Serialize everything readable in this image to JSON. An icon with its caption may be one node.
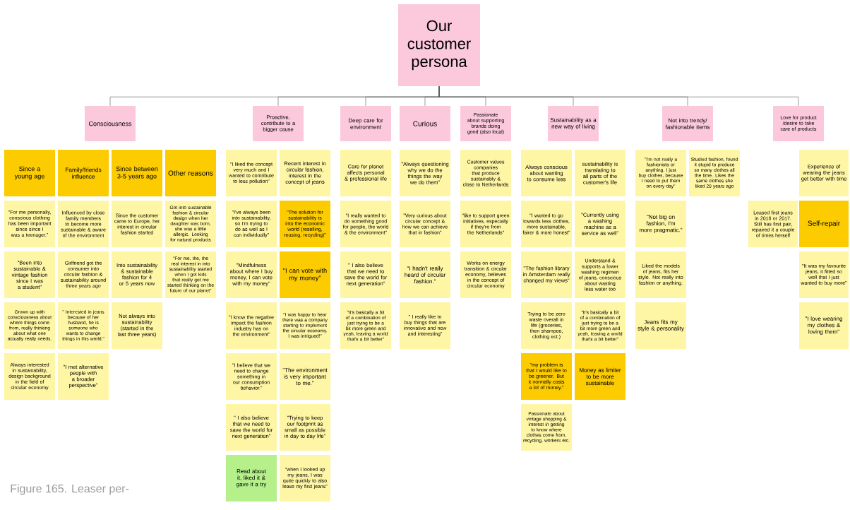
{
  "diagram": {
    "caption": "Figure 165. Leaser per-",
    "nodes": [
      {
        "text": [
          "Our customer persona"
        ]
      },
      {
        "text": [
          "Consciousness"
        ]
      },
      {
        "text": [
          "Proactive, contribute to a bigger cause"
        ]
      },
      {
        "text": [
          "Deep care for environment"
        ]
      },
      {
        "text": [
          "Curious"
        ]
      },
      {
        "text": [
          "Passionate about supporting brands doing good (also local)"
        ]
      },
      {
        "text": [
          "Sustainability as a new way of living"
        ]
      },
      {
        "text": [
          "Not into trendy/ fashionable items"
        ]
      },
      {
        "text": [
          "Love for product /desire to take care of products"
        ]
      },
      {
        "text": [
          "Since a young age"
        ]
      },
      {
        "text": [
          "\"For me personally, conscious clothing has been important since since I was a teenager.\""
        ]
      },
      {
        "text": [
          "\"Been into sustainable & vintage fashion since I was a student\""
        ]
      },
      {
        "text": [
          "Grown up with consciousness about where things come from, really thinking about what one actually really needs."
        ]
      },
      {
        "text": [
          "Always interested in sustainability, design background in the field of circular economy"
        ]
      },
      {
        "text": [
          "Family/friends influence"
        ]
      },
      {
        "text": [
          "Influenced by close family members to become more sustainable & aware of the environment"
        ]
      },
      {
        "text": [
          "Girlfriend got the consumer into circular fashion & sustainability around three years ago"
        ]
      },
      {
        "text": [
          "\" Interested in jeans because of her husband, he is someone who wants to change things in this world.\""
        ]
      },
      {
        "text": [
          "\"I met alternative people with a broader perspective\""
        ]
      },
      {
        "text": [
          "Since between 3-5 years ago"
        ]
      },
      {
        "text": [
          "Since the customer came to Europe, her interest in circular fashion started"
        ]
      },
      {
        "text": [
          "Into sustainability & sustainable fashion for 4 or 5 years now"
        ]
      },
      {
        "text": [
          "Not always into sustainability (started in the last three years)"
        ]
      },
      {
        "text": [
          "Other reasons"
        ]
      },
      {
        "text": [
          "Got into sustainable fashion & circular design when her daughter was born, she was a little allergic. Looking for natural products"
        ]
      },
      {
        "text": [
          "\"For me, the, the real interest in into sustainability started when I got kids that really got me started thinking on the future of our planet\""
        ]
      },
      {
        "text": [
          "\"I liked the concept very much and I wanted to contribute to less pollution\""
        ]
      },
      {
        "text": [
          "Recent interest in circular fashion, interest in the concept of jeans"
        ]
      },
      {
        "text": [
          "\"I've always been into sustainability, so I'm trying to do as well as I can individually\""
        ]
      },
      {
        "text": [
          "\"The solution for sustainability is into the economic world (reselling, reusing, recycling)\""
        ]
      },
      {
        "text": [
          "\"Mindfulness about where I buy money, I can vote with my money\""
        ]
      },
      {
        "text": [
          "\"I can vote with my money\""
        ]
      },
      {
        "text": [
          "\"I know the negative impact the fashion industry has on the environment\""
        ]
      },
      {
        "text": [
          "\"I was happy to hear there was a company starting to implement the circular economy. I was intrigued!\""
        ]
      },
      {
        "text": [
          "\"I believe that we need to change something in our consumption behavior.\""
        ]
      },
      {
        "text": [
          "\"The environment is very important to me.\""
        ]
      },
      {
        "text": [
          "\" I also believe that we need to save the world for next generation\""
        ]
      },
      {
        "text": [
          "\"Trying to keep our footprint as small as possible in day to day life\""
        ]
      },
      {
        "text": [
          "Read about it, liked it & gave it a try"
        ]
      },
      {
        "text": [
          "\"when I looked up my jeans, I was quite quickly to also lease my first jeans\""
        ]
      },
      {
        "text": [
          "Care for planet affects personal & professional life"
        ]
      },
      {
        "text": [
          "\"I really wanted to do something good for people, the world & the environment\""
        ]
      },
      {
        "text": [
          "\" I also believe that we need to save the world for next generation\""
        ]
      },
      {
        "text": [
          "\"It's basically a bit of a combination of just trying to be a bit more green and yeah, leaving a world that's a bit better\""
        ]
      },
      {
        "text": [
          "\"Always questioning why we do the things the way we do them\""
        ]
      },
      {
        "text": [
          "\"Very curious about circular concept & how we can achieve that in fashion\""
        ]
      },
      {
        "text": [
          "\"I hadn't really heard of circular fashion.\""
        ]
      },
      {
        "text": [
          "\" I really like to buy things that are innovative and new and interesting\""
        ]
      },
      {
        "text": [
          "Customer values companies that produce sustainably & close to Netherlands"
        ]
      },
      {
        "text": [
          "\"like to support green initiatives, especially if they're from the Netherlands\""
        ]
      },
      {
        "text": [
          "Works on energy transition & circular economy, believes in the concept of circular economy"
        ]
      },
      {
        "text": [
          "Always conscious about wanting to consume less"
        ]
      },
      {
        "text": [
          "sustainability is translating to all parts of the customer's life"
        ]
      },
      {
        "text": [
          "\"I wanted to go towards less clothes, more sustainable, fairer & more honest\""
        ]
      },
      {
        "text": [
          "\"Currently using a washing machine as a service as well\""
        ]
      },
      {
        "text": [
          "\"The fashion library in Amsterdam really changed my views\""
        ]
      },
      {
        "text": [
          "Understand & supports a lower washing regimen of jeans, conscious about wasting less water too"
        ]
      },
      {
        "text": [
          "Trying to be zero waste overall in life (groceries, then shampoo, clothing ect.)"
        ]
      },
      {
        "text": [
          "\"It's basically a bit of a combination of just trying to be a bit more green and yeah, leaving a world that's a bit better\""
        ]
      },
      {
        "text": [
          "\"my problem is that I would like to be greener. But it normally costs a lot of money.\""
        ]
      },
      {
        "text": [
          "Money as limiter to be more sustainable"
        ]
      },
      {
        "text": [
          "Passionate about vintage shopping & interest in getting to know where clothes come from, recycling, workers etc."
        ]
      },
      {
        "text": [
          "\"I'm not really a fashionista or anything, I just buy clothes, because I need to put them on every day\""
        ]
      },
      {
        "text": [
          "Studied fashion, found it stupid to produce so many clothes all the time. Likes the same clothes she liked 20 years ago"
        ]
      },
      {
        "text": [
          "\"Not big on fashion, I'm more pragmatic.\""
        ]
      },
      {
        "text": [
          "Liked the models of jeans, fits her style. Not really into fashion or anything."
        ]
      },
      {
        "text": [
          "Jeans fits my style & personality"
        ]
      },
      {
        "text": [
          "Experience of wearing the jeans get better with time"
        ]
      },
      {
        "text": [
          "Leased first jeans in 2016 or 2017. Still has first pair, repaired it a couple of times herself"
        ]
      },
      {
        "text": [
          "Self-repair"
        ]
      },
      {
        "text": [
          "\"It was my favourite jeans, it fitted so well that I just wanted to buy more\""
        ]
      },
      {
        "text": [
          "\"I love wearing my clothes & loving them\""
        ]
      }
    ],
    "edges": [
      {
        "from": 0,
        "to": 1,
        "arrow": "none"
      },
      {
        "from": 0,
        "to": 2,
        "arrow": "none"
      },
      {
        "from": 0,
        "to": 3,
        "arrow": "none"
      },
      {
        "from": 0,
        "to": 4,
        "arrow": "none"
      },
      {
        "from": 0,
        "to": 5,
        "arrow": "none"
      },
      {
        "from": 0,
        "to": 6,
        "arrow": "none"
      },
      {
        "from": 0,
        "to": 7,
        "arrow": "none"
      },
      {
        "from": 0,
        "to": 8,
        "arrow": "none"
      }
    ]
  }
}
